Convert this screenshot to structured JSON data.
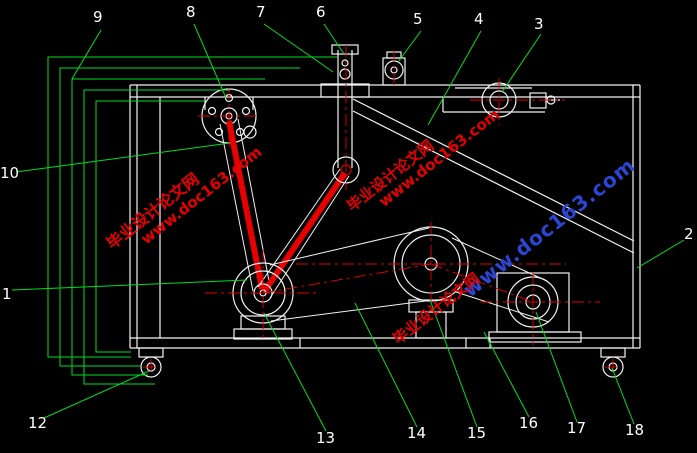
{
  "title": "Mechanical assembly engineering drawing (CAD)",
  "colors": {
    "background": "#000000",
    "line": "#f2f2f2",
    "leader": "#00dd22",
    "centerline": "#e60000",
    "watermark_red": "#e60000",
    "watermark_blue": "#2b46d4",
    "label": "#ffffff"
  },
  "callouts": {
    "1": "1",
    "2": "2",
    "3": "3",
    "4": "4",
    "5": "5",
    "6": "6",
    "7": "7",
    "8": "8",
    "9": "9",
    "10": "10",
    "12": "12",
    "13": "13",
    "14": "14",
    "15": "15",
    "16": "16",
    "17": "17",
    "18": "18"
  },
  "watermarks": {
    "site_name": "毕业设计论文网",
    "site_url": "www.doc163.com"
  }
}
